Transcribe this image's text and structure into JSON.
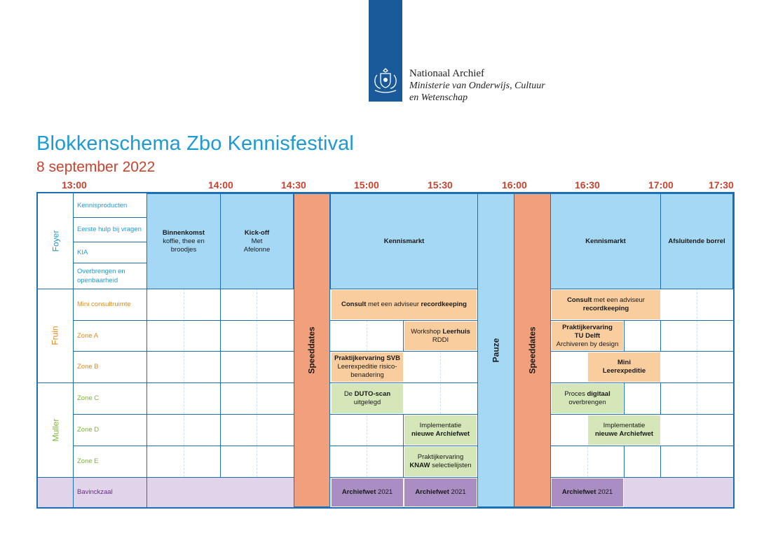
{
  "header": {
    "org_name": "Nationaal Archief",
    "org_sub": "Ministerie van Onderwijs, Cultuur en Wetenschap",
    "brand_color": "#1b5a9a"
  },
  "title": "Blokkenschema Zbo Kennisfestival",
  "subtitle": "8 september 2022",
  "times": [
    "13:00",
    "14:00",
    "14:30",
    "15:00",
    "15:30",
    "16:00",
    "16:30",
    "17:00",
    "17:30"
  ],
  "groups": {
    "foyer": "Foyer",
    "fruin": "Fruin",
    "muller": "Muller"
  },
  "zones": {
    "kennisproducten": "Kennisproducten",
    "eerste_hulp": "Eerste hulp bij vragen",
    "kia": "KIA",
    "overbrengen": "Overbrengen en openbaarheid",
    "mini_consult": "Mini consultruimte",
    "zone_a": "Zone A",
    "zone_b": "Zone B",
    "zone_c": "Zone C",
    "zone_d": "Zone D",
    "zone_e": "Zone E",
    "bavinck": "Bavinckzaal"
  },
  "sessions": {
    "binnenkomst": {
      "bold": "Binnenkomst",
      "rest": "koffie, thee en broodjes"
    },
    "kickoff": {
      "bold": "Kick-off",
      "rest": "Met Afelonne"
    },
    "speeddates": "Speeddates",
    "kennismarkt": "Kennismarkt",
    "pauze": "Pauze",
    "borrel": "Afsluitende borrel",
    "consult": {
      "bold1": "Consult",
      "mid": " met een adviseur ",
      "bold2": "recordkeeping"
    },
    "workshop": {
      "pre": "Workshop ",
      "bold": "Leerhuis",
      "rest": "RDDI"
    },
    "svb": {
      "bold": "Praktijkervaring SVB",
      "rest": "Leerexpeditie risico-benadering"
    },
    "tudelft": {
      "bold": "Praktijkervaring TU Delft",
      "rest": "Archiveren by design"
    },
    "mini_leerexp": {
      "bold": "Mini Leerexpeditie"
    },
    "duto": {
      "pre": "De ",
      "bold": "DUTO-scan",
      "rest": "uitgelegd"
    },
    "proces": {
      "pre": "Proces ",
      "bold": "digitaal",
      "rest": "overbrengen"
    },
    "implementatie": {
      "pre": "Implementatie",
      "bold": "nieuwe Archiefwet"
    },
    "knaw": {
      "pre": "Praktijkervaring",
      "bold": "KNAW",
      "rest": " selectielijsten"
    },
    "archiefwet": {
      "bold": "Archiefwet",
      "rest": " 2021"
    }
  }
}
